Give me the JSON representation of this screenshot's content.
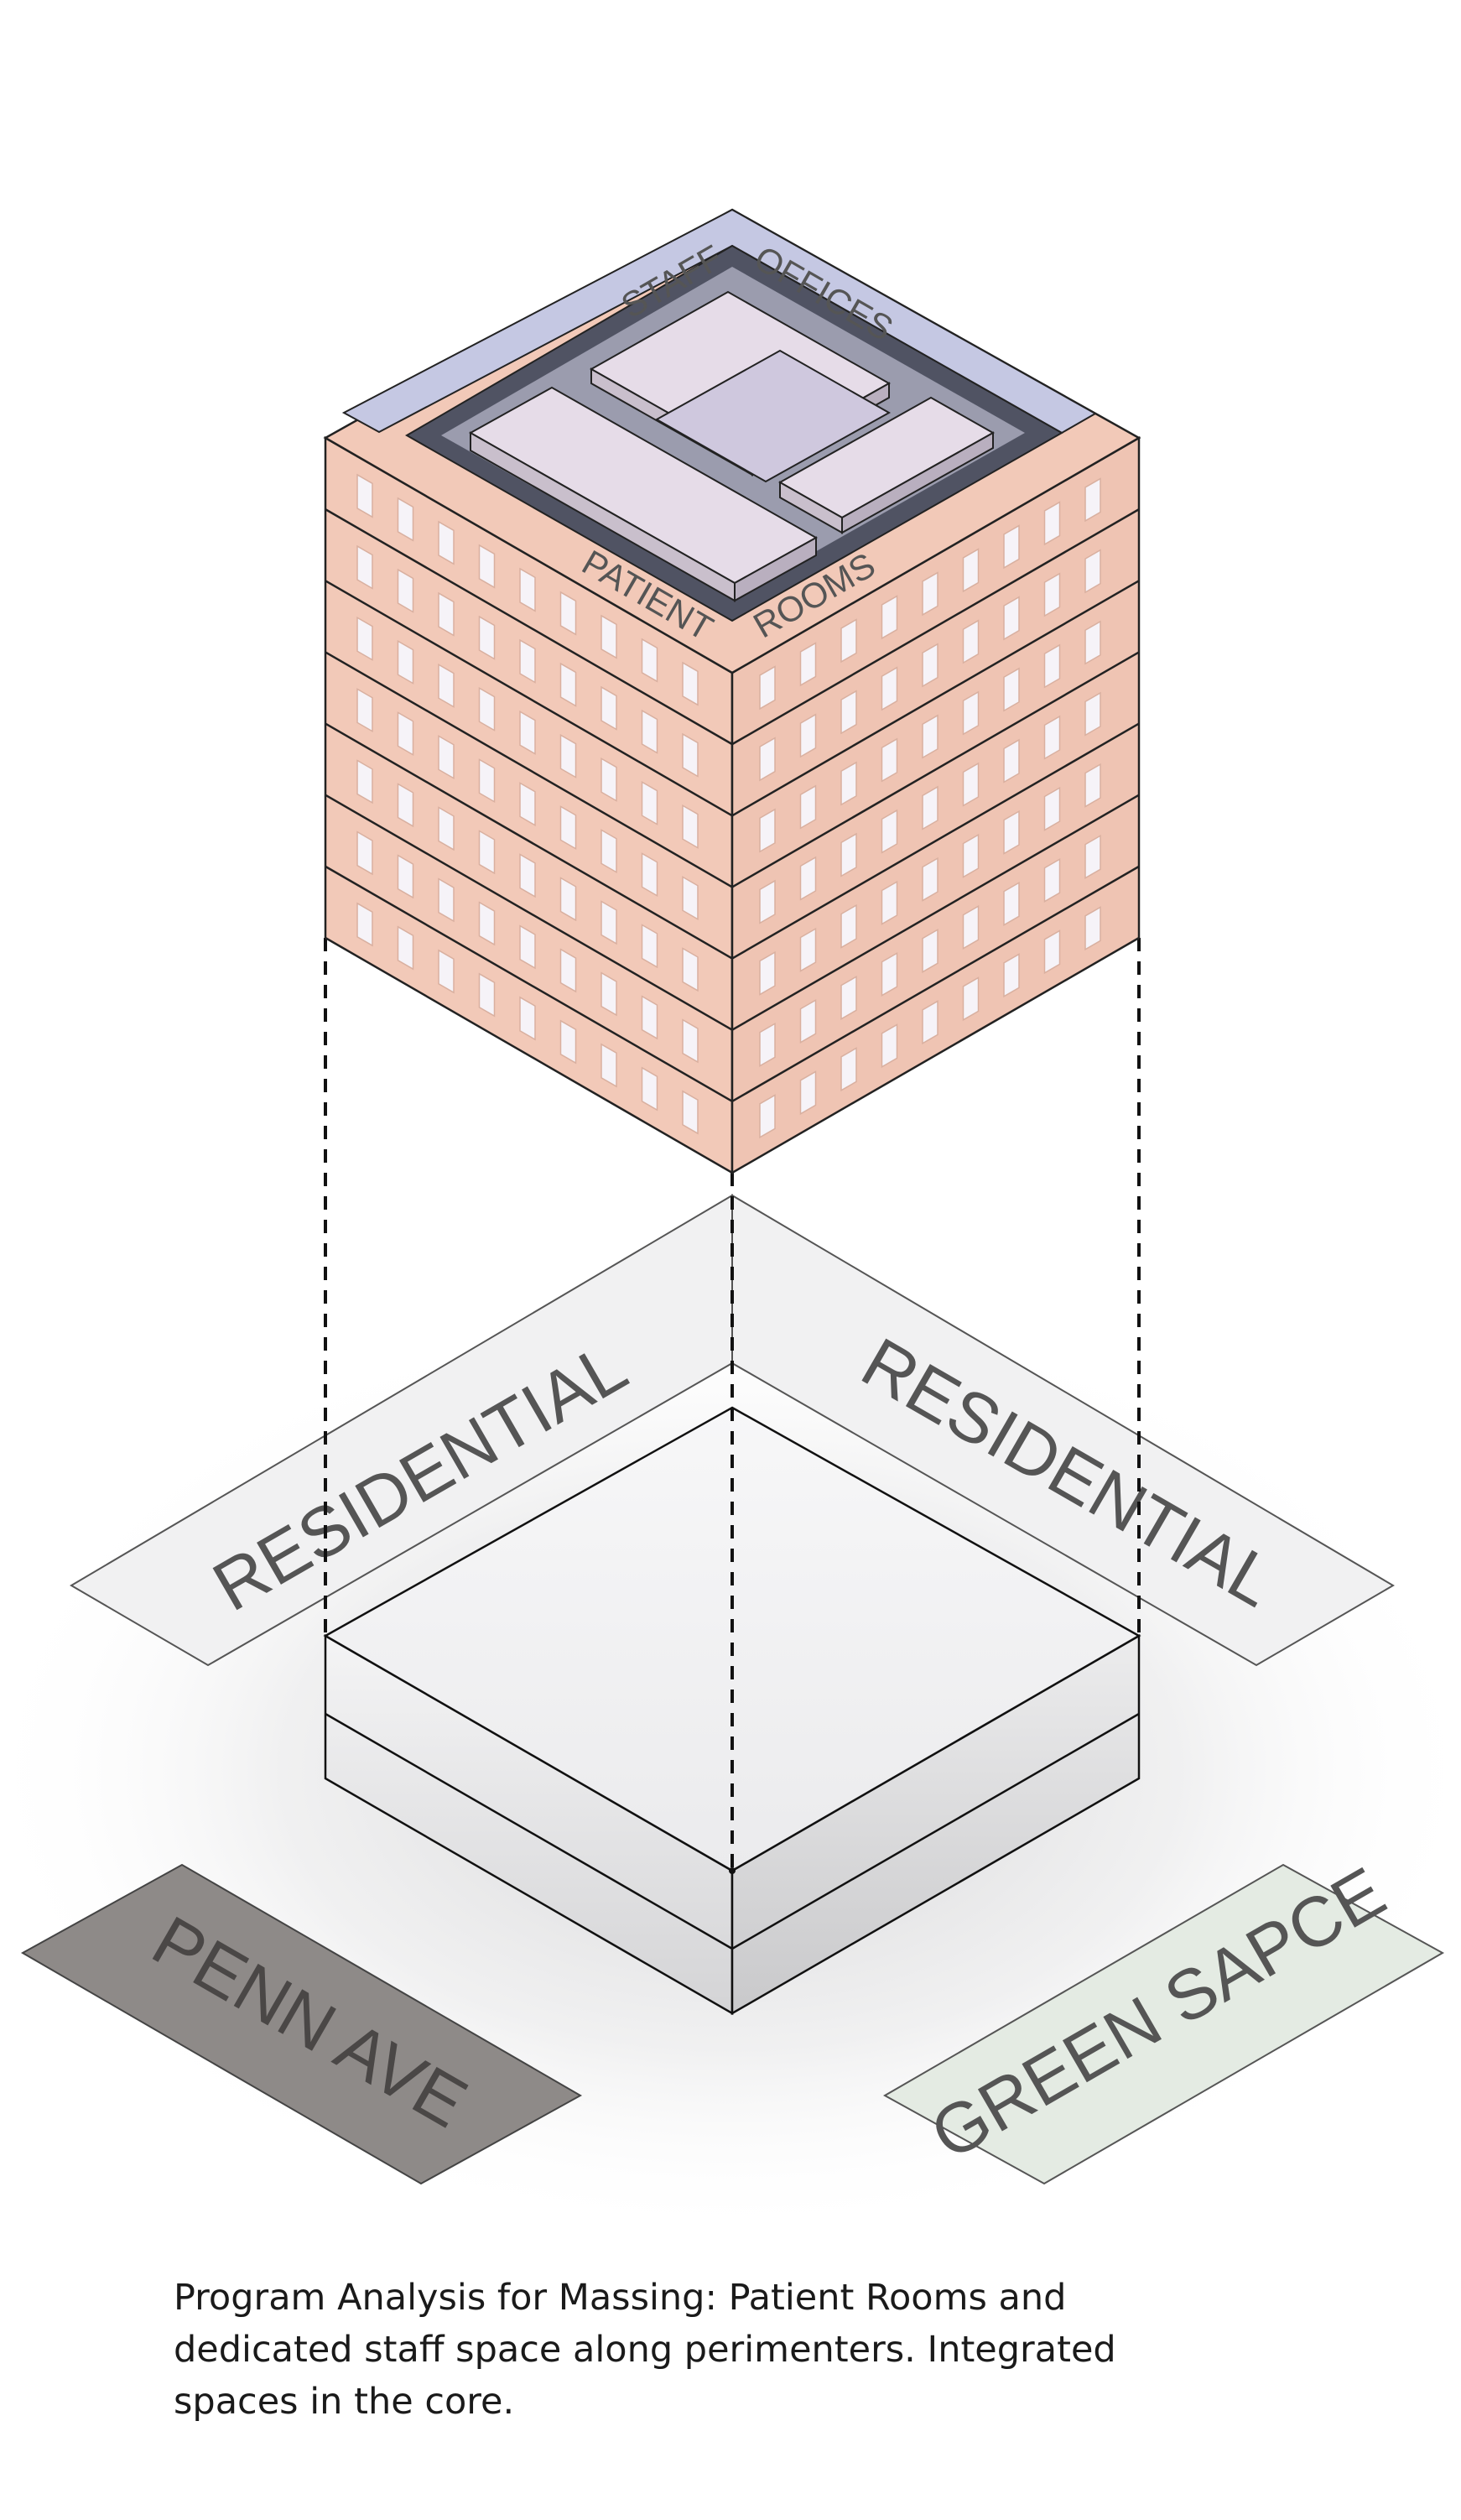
{
  "diagram": {
    "labels": {
      "staff": "STAFF",
      "offices": "OFFICES",
      "patient": "PATIENT",
      "rooms": "ROOMS",
      "residential_left": "RESIDENTIAL",
      "residential_right": "RESIDENTIAL",
      "penn_ave": "PENN AVE",
      "green_space": "GREEN SAPCE"
    },
    "tower": {
      "floors": 7,
      "windows_per_floor_per_face": 9
    },
    "colors": {
      "patient_rooms": "#f2c9b8",
      "staff_offices": "#c5c8e3",
      "core_rooms": "#e6dce8",
      "penn_ave": "#8e8a88",
      "green_space": "#e4ebe3",
      "residential": "#f1f1f2"
    }
  },
  "caption": {
    "line1": "Program Analysis for Massing: Patient Rooms and",
    "line2": "dedicated staff space along perimenters. Integrated",
    "line3": "spaces in the core."
  }
}
